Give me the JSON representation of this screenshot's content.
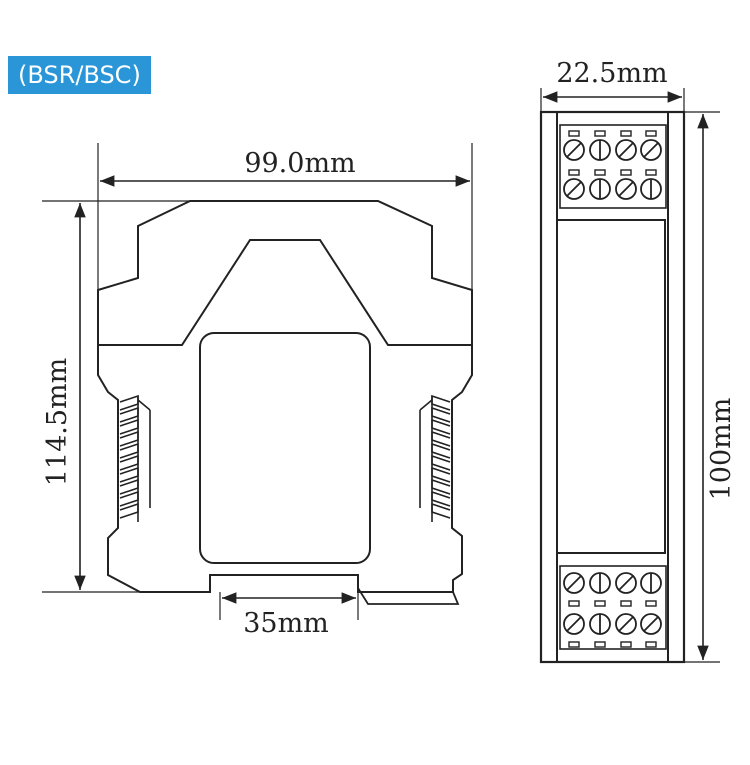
{
  "badge": {
    "label": "(BSR/BSC)",
    "color": "#2a96d8"
  },
  "front_view": {
    "width_label": "99.0mm",
    "height_label": "114.5mm",
    "rail_label": "35mm"
  },
  "side_view": {
    "width_label": "22.5mm",
    "height_label": "100mm",
    "terminals_top": [
      "screw",
      "slot",
      "screw",
      "screw",
      "screw",
      "slot",
      "screw",
      "slot"
    ],
    "terminals_bottom": [
      "screw",
      "slot",
      "screw",
      "slot",
      "screw",
      "slot",
      "screw",
      "screw"
    ]
  },
  "colors": {
    "line": "#222222",
    "background": "#ffffff"
  }
}
